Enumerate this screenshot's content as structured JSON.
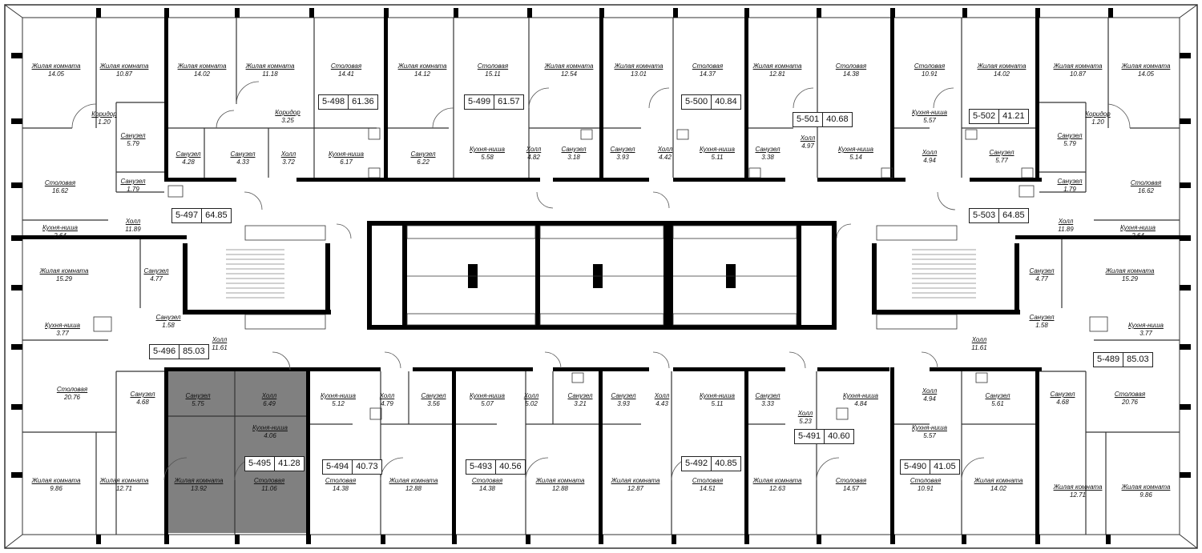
{
  "colors": {
    "wall": "#000000",
    "highlight": "#808080",
    "outline": "#333333",
    "background": "#ffffff"
  },
  "apartments": [
    {
      "id": "5-497",
      "area": "64.85",
      "rooms": [
        {
          "name": "Жилая комната",
          "area": "14.05"
        },
        {
          "name": "Жилая комната",
          "area": "10.87"
        },
        {
          "name": "Коридор",
          "area": "1.20"
        },
        {
          "name": "Санузел",
          "area": "5.79"
        },
        {
          "name": "Столовая",
          "area": "16.62"
        },
        {
          "name": "Санузел",
          "area": "1.79"
        },
        {
          "name": "Холл",
          "area": "11.89"
        },
        {
          "name": "Кухня-ниша",
          "area": "2.64"
        }
      ]
    },
    {
      "id": "5-498",
      "area": "61.36",
      "rooms": [
        {
          "name": "Жилая комната",
          "area": "14.02"
        },
        {
          "name": "Жилая комната",
          "area": "11.18"
        },
        {
          "name": "Столовая",
          "area": "14.41"
        },
        {
          "name": "Коридор",
          "area": "3.25"
        },
        {
          "name": "Санузел",
          "area": "4.28"
        },
        {
          "name": "Санузел",
          "area": "4.33"
        },
        {
          "name": "Холл",
          "area": "3.72"
        },
        {
          "name": "Кухня-ниша",
          "area": "6.17"
        }
      ]
    },
    {
      "id": "5-499",
      "area": "61.57",
      "rooms": [
        {
          "name": "Жилая комната",
          "area": "14.12"
        },
        {
          "name": "Столовая",
          "area": "15.11"
        },
        {
          "name": "Жилая комната",
          "area": "12.54"
        },
        {
          "name": "Санузел",
          "area": "6.22"
        },
        {
          "name": "Кухня-ниша",
          "area": "5.58"
        },
        {
          "name": "Холл",
          "area": "4.82"
        },
        {
          "name": "Санузел",
          "area": "3.18"
        }
      ]
    },
    {
      "id": "5-500",
      "area": "40.84",
      "rooms": [
        {
          "name": "Жилая комната",
          "area": "13.01"
        },
        {
          "name": "Столовая",
          "area": "14.37"
        },
        {
          "name": "Санузел",
          "area": "3.93"
        },
        {
          "name": "Холл",
          "area": "4.42"
        },
        {
          "name": "Кухня-ниша",
          "area": "5.11"
        }
      ]
    },
    {
      "id": "5-501",
      "area": "40.68",
      "rooms": [
        {
          "name": "Жилая комната",
          "area": "12.81"
        },
        {
          "name": "Столовая",
          "area": "14.38"
        },
        {
          "name": "Санузел",
          "area": "3.38"
        },
        {
          "name": "Холл",
          "area": "4.97"
        },
        {
          "name": "Кухня-ниша",
          "area": "5.14"
        }
      ]
    },
    {
      "id": "5-502",
      "area": "41.21",
      "rooms": [
        {
          "name": "Столовая",
          "area": "10.91"
        },
        {
          "name": "Жилая комната",
          "area": "14.02"
        },
        {
          "name": "Кухня-ниша",
          "area": "5.57"
        },
        {
          "name": "Холл",
          "area": "4.94"
        },
        {
          "name": "Санузел",
          "area": "5.77"
        }
      ]
    },
    {
      "id": "5-503",
      "area": "64.85",
      "rooms": [
        {
          "name": "Жилая комната",
          "area": "10.87"
        },
        {
          "name": "Жилая комната",
          "area": "14.05"
        },
        {
          "name": "Коридор",
          "area": "1.20"
        },
        {
          "name": "Санузел",
          "area": "5.79"
        },
        {
          "name": "Санузел",
          "area": "1.79"
        },
        {
          "name": "Столовая",
          "area": "16.62"
        },
        {
          "name": "Холл",
          "area": "11.89"
        },
        {
          "name": "Кухня-ниша",
          "area": "2.64"
        }
      ]
    },
    {
      "id": "5-496",
      "area": "85.03",
      "rooms": [
        {
          "name": "Жилая комната",
          "area": "15.29"
        },
        {
          "name": "Санузел",
          "area": "4.77"
        },
        {
          "name": "Кухня-ниша",
          "area": "3.77"
        },
        {
          "name": "Санузел",
          "area": "1.58"
        },
        {
          "name": "Холл",
          "area": "11.61"
        },
        {
          "name": "Столовая",
          "area": "20.76"
        },
        {
          "name": "Санузел",
          "area": "4.68"
        },
        {
          "name": "Жилая комната",
          "area": "9.86"
        },
        {
          "name": "Жилая комната",
          "area": "12.71"
        }
      ]
    },
    {
      "id": "5-495",
      "area": "41.28",
      "rooms": [
        {
          "name": "Санузел",
          "area": "5.75"
        },
        {
          "name": "Холл",
          "area": "6.49"
        },
        {
          "name": "Кухня-ниша",
          "area": "4.06"
        },
        {
          "name": "Жилая комната",
          "area": "13.92"
        },
        {
          "name": "Столовая",
          "area": "11.06"
        }
      ]
    },
    {
      "id": "5-494",
      "area": "40.73",
      "rooms": [
        {
          "name": "Кухня-ниша",
          "area": "5.12"
        },
        {
          "name": "Холл",
          "area": "4.79"
        },
        {
          "name": "Санузел",
          "area": "3.56"
        },
        {
          "name": "Столовая",
          "area": "14.38"
        },
        {
          "name": "Жилая комната",
          "area": "12.88"
        }
      ]
    },
    {
      "id": "5-493",
      "area": "40.56",
      "rooms": [
        {
          "name": "Кухня-ниша",
          "area": "5.07"
        },
        {
          "name": "Холл",
          "area": "5.02"
        },
        {
          "name": "Санузел",
          "area": "3.21"
        },
        {
          "name": "Столовая",
          "area": "14.38"
        },
        {
          "name": "Жилая комната",
          "area": "12.88"
        }
      ]
    },
    {
      "id": "5-492",
      "area": "40.85",
      "rooms": [
        {
          "name": "Санузел",
          "area": "3.93"
        },
        {
          "name": "Холл",
          "area": "4.43"
        },
        {
          "name": "Кухня-ниша",
          "area": "5.11"
        },
        {
          "name": "Жилая комната",
          "area": "12.87"
        },
        {
          "name": "Столовая",
          "area": "14.51"
        }
      ]
    },
    {
      "id": "5-491",
      "area": "40.60",
      "rooms": [
        {
          "name": "Санузел",
          "area": "3.33"
        },
        {
          "name": "Кухня-ниша",
          "area": "4.84"
        },
        {
          "name": "Холл",
          "area": "5.23"
        },
        {
          "name": "Жилая комната",
          "area": "12.63"
        },
        {
          "name": "Столовая",
          "area": "14.57"
        }
      ]
    },
    {
      "id": "5-490",
      "area": "41.05",
      "rooms": [
        {
          "name": "Холл",
          "area": "4.94"
        },
        {
          "name": "Санузел",
          "area": "5.61"
        },
        {
          "name": "Кухня-ниша",
          "area": "5.57"
        },
        {
          "name": "Столовая",
          "area": "10.91"
        },
        {
          "name": "Жилая комната",
          "area": "14.02"
        }
      ]
    },
    {
      "id": "5-489",
      "area": "85.03",
      "rooms": [
        {
          "name": "Санузел",
          "area": "4.77"
        },
        {
          "name": "Жилая комната",
          "area": "15.29"
        },
        {
          "name": "Санузел",
          "area": "1.58"
        },
        {
          "name": "Кухня-ниша",
          "area": "3.77"
        },
        {
          "name": "Холл",
          "area": "11.61"
        },
        {
          "name": "Санузел",
          "area": "4.68"
        },
        {
          "name": "Столовая",
          "area": "20.76"
        },
        {
          "name": "Жилая комната",
          "area": "12.71"
        },
        {
          "name": "Жилая комната",
          "area": "9.86"
        }
      ]
    }
  ]
}
